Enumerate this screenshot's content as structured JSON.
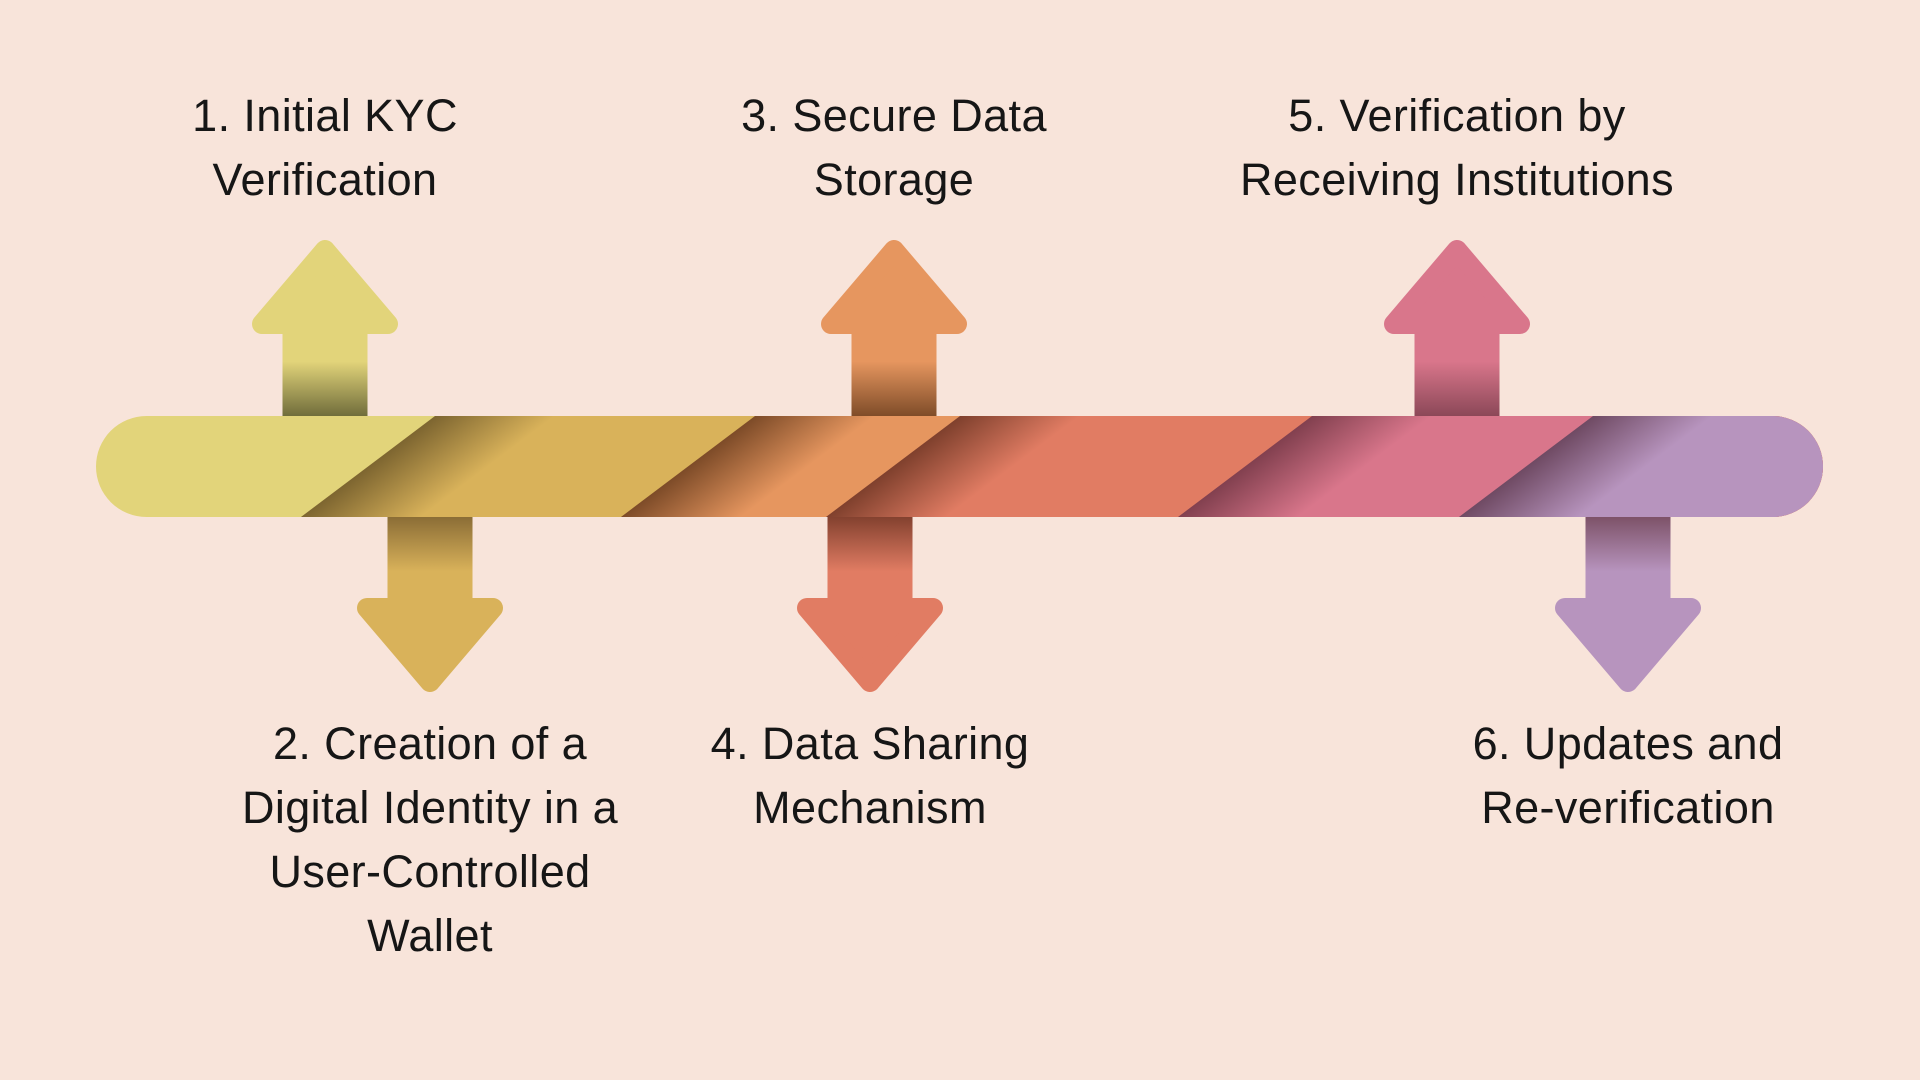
{
  "background_color": "#f8e4da",
  "text_color": "#161616",
  "diagram": {
    "type": "timeline-process-ribbon",
    "orientation": "horizontal",
    "steps": [
      {
        "number": "1",
        "label": "1. Initial KYC\nVerification",
        "arrow_direction": "up",
        "color": "#e2d47a",
        "stem_shadow_color": "#6e6b3a"
      },
      {
        "number": "2",
        "label": "2. Creation of a\nDigital Identity in a\nUser-Controlled\nWallet",
        "arrow_direction": "down",
        "color": "#d9b25a",
        "stem_shadow_color": "#8b6d36"
      },
      {
        "number": "3",
        "label": "3. Secure Data\nStorage",
        "arrow_direction": "up",
        "color": "#e6965f",
        "stem_shadow_color": "#7d4b28"
      },
      {
        "number": "4",
        "label": "4. Data Sharing\nMechanism",
        "arrow_direction": "down",
        "color": "#e17c63",
        "stem_shadow_color": "#83412f"
      },
      {
        "number": "5",
        "label": "5. Verification by\nReceiving Institutions",
        "arrow_direction": "up",
        "color": "#d9768b",
        "stem_shadow_color": "#8a4757"
      },
      {
        "number": "6",
        "label": "6. Updates and\nRe-verification",
        "arrow_direction": "down",
        "color": "#b794be",
        "stem_shadow_color": "#7d5268"
      }
    ],
    "ribbon_segments": [
      {
        "color": "#e2d47a",
        "fold_shadow_color": null
      },
      {
        "color": "#d9b25a",
        "fold_shadow_color": "#7d6530"
      },
      {
        "color": "#e6965f",
        "fold_shadow_color": "#7d4b28"
      },
      {
        "color": "#e17c63",
        "fold_shadow_color": "#7f402d"
      },
      {
        "color": "#d9768b",
        "fold_shadow_color": "#82404f"
      },
      {
        "color": "#b794be",
        "fold_shadow_color": "#6f4a63"
      }
    ]
  }
}
